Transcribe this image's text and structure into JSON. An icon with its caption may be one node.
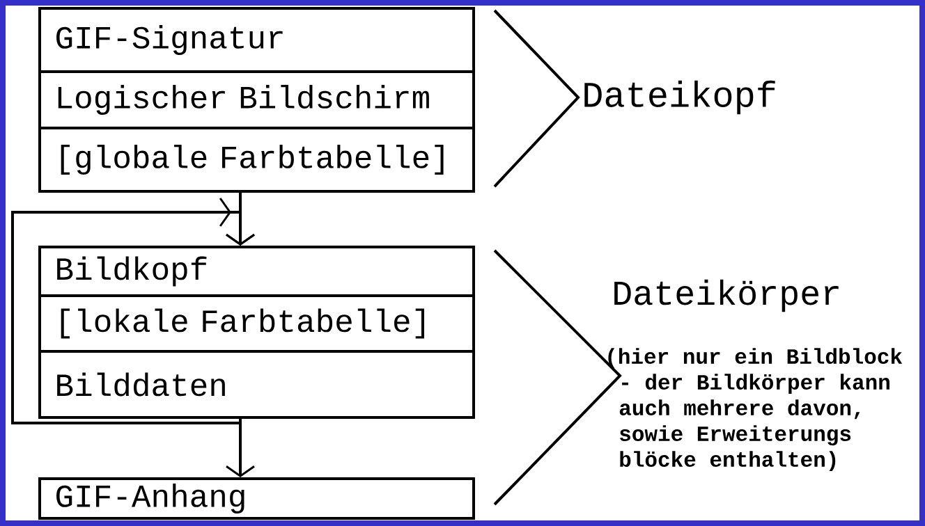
{
  "diagram": {
    "nodes": [
      {
        "text": [
          "GIF-Signatur"
        ]
      },
      {
        "text": [
          "Logischer Bildschirm"
        ]
      },
      {
        "text": [
          "[globale Farbtabelle]"
        ]
      },
      {
        "text": [
          "Bildkopf"
        ]
      },
      {
        "text": [
          "[lokale Farbtabelle]"
        ]
      },
      {
        "text": [
          "Bilddaten"
        ]
      },
      {
        "text": [
          "GIF-Anhang"
        ]
      }
    ],
    "edges": [
      {
        "from": 2,
        "to": 3,
        "arrow": "to"
      },
      {
        "from": 5,
        "to": 3,
        "arrow": "to"
      },
      {
        "from": 5,
        "to": 6,
        "arrow": "to"
      }
    ],
    "labels": [
      "Dateikopf",
      "Dateikörper",
      "(hier nur ein Bildblock - der Bildkörper kann auch mehrere davon, sowie Erweiterungs blöcke enthalten)"
    ]
  }
}
